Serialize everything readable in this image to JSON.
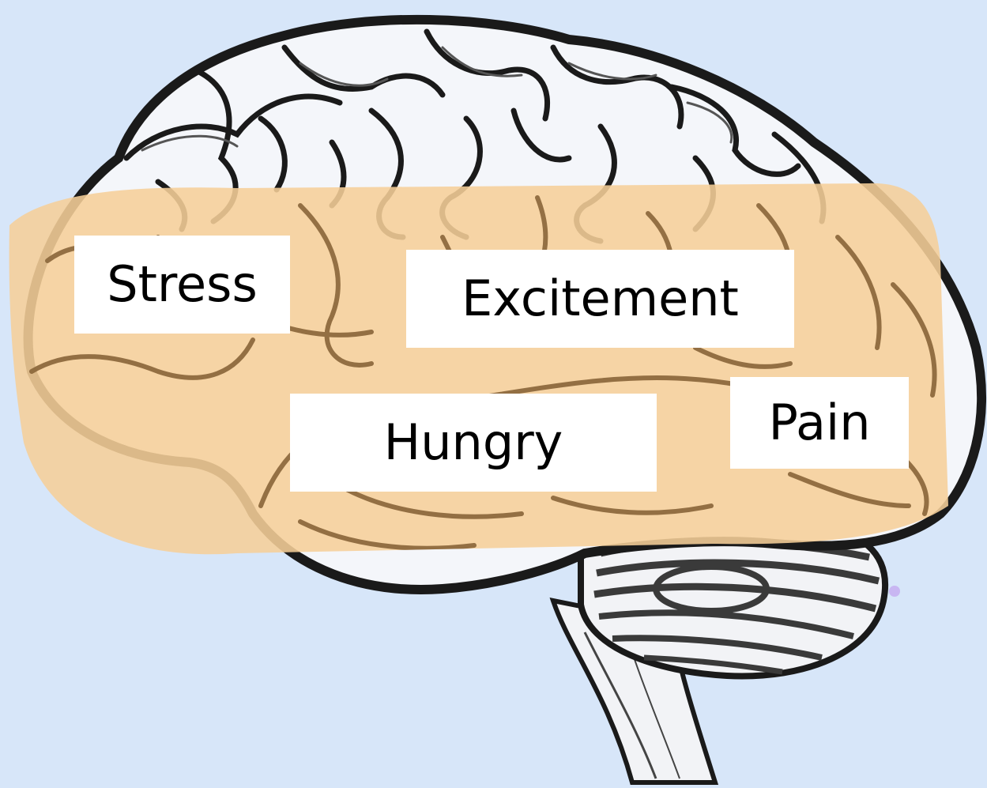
{
  "colors": {
    "background": "#d7e6f9",
    "brain_fill": "#f4f6fa",
    "brain_outline": "#1a1a1a",
    "highlight_band": "#f6cf99",
    "highlight_fold": "#8e6a3e",
    "cerebellum": "#3a3a3a",
    "label_bg": "#ffffff",
    "dot": "#c8b6f2"
  },
  "labels": {
    "stress": "Stress",
    "excitement": "Excitement",
    "hungry": "Hungry",
    "pain": "Pain"
  },
  "icons": {
    "main": "brain-illustration"
  }
}
